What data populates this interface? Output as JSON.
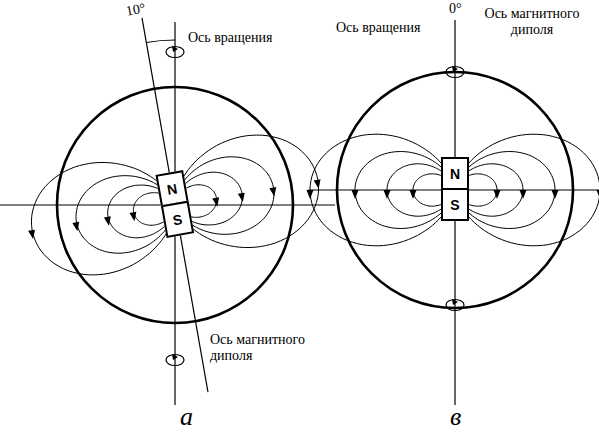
{
  "diagram": {
    "nodes": [
      {
        "text": [
          "N"
        ]
      },
      {
        "text": [
          "S"
        ]
      },
      {
        "text": [
          "N"
        ]
      },
      {
        "text": [
          "S"
        ]
      }
    ],
    "labels": [
      "10°",
      "Ось вращения",
      "Ось магнитного диполя",
      "0°",
      "Ось вращения",
      "Ось магнитного диполя",
      "а",
      "в"
    ]
  }
}
